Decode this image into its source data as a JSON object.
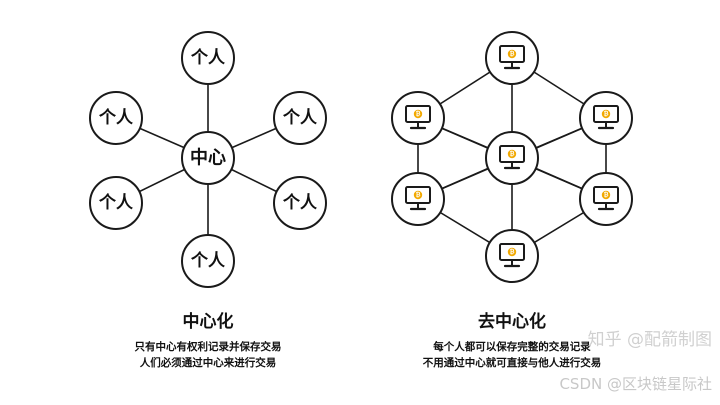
{
  "centralized": {
    "center_label": "中心",
    "person_label": "个人",
    "title": "中心化",
    "desc_line1": "只有中心有权利记录并保存交易",
    "desc_line2": "人们必须通过中心来进行交易"
  },
  "decentralized": {
    "title": "去中心化",
    "desc_line1": "每个人都可以保存完整的交易记录",
    "desc_line2": "不用通过中心就可直接与他人进行交易",
    "node_icon": "computer-bitcoin-icon",
    "coin_symbol": "₿"
  },
  "watermarks": {
    "zhihu": "知乎 @配箭制图",
    "csdn": "CSDN @区块链星际社"
  },
  "colors": {
    "stroke": "#1a1a1a",
    "coin": "#f2a900"
  }
}
